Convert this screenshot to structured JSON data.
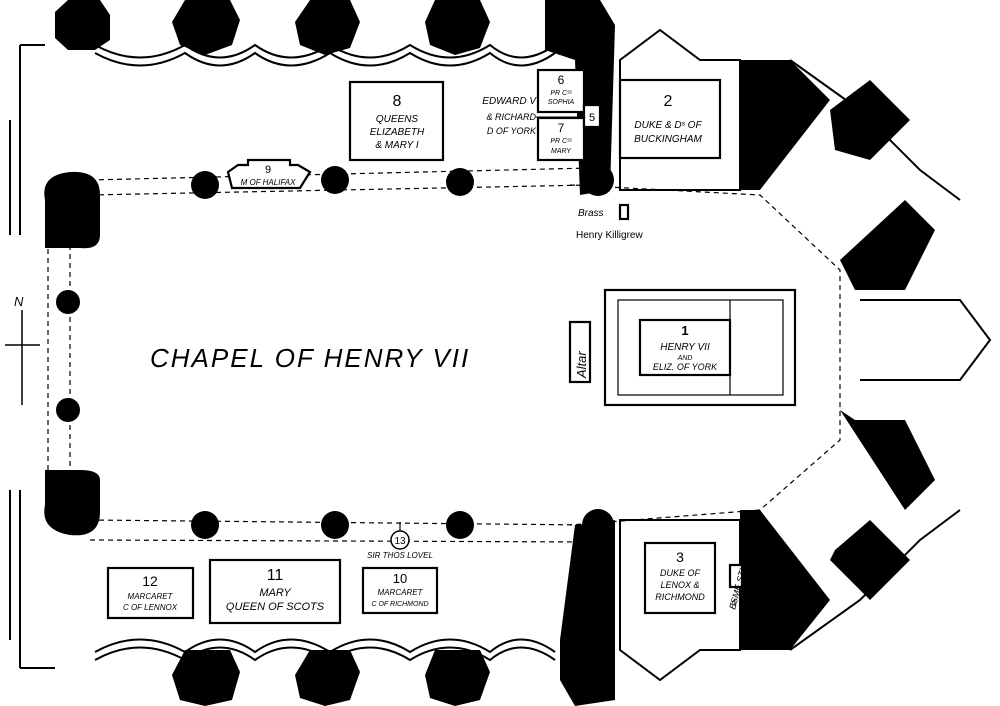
{
  "title": "CHAPEL OF HENRY VII",
  "altar": "Altar",
  "compass": "N",
  "tombs": [
    {
      "number": "1",
      "lines": [
        "HENRY VII",
        "AND",
        "ELIZ. OF YORK"
      ]
    },
    {
      "number": "2",
      "lines": [
        "DUKE & Dˢ OF",
        "BUCKINGHAM"
      ]
    },
    {
      "number": "3",
      "lines": [
        "DUKE OF",
        "LENOX &",
        "RICHMOND"
      ]
    },
    {
      "number": "5",
      "lines": []
    },
    {
      "number": "6",
      "lines": [
        "PR Cˢˢ",
        "SOPHIA"
      ]
    },
    {
      "number": "7",
      "lines": [
        "PR Cˢˢ",
        "MARY"
      ]
    },
    {
      "number": "8",
      "lines": [
        "QUEENS",
        "ELIZABETH",
        "& MARY I"
      ]
    },
    {
      "number": "9",
      "lines": [
        "M OF HALIFAX"
      ]
    },
    {
      "number": "10",
      "lines": [
        "MARCARET",
        "C OF RICHMOND"
      ]
    },
    {
      "number": "11",
      "lines": [
        "MARY",
        "QUEEN OF SCOTS"
      ]
    },
    {
      "number": "12",
      "lines": [
        "MARCARET",
        "C OF LENNOX"
      ]
    },
    {
      "number": "13",
      "lines": [
        "SIR THOS LOVEL"
      ]
    }
  ],
  "labels": {
    "edward": [
      "EDWARD V",
      "& RICHARD",
      "D OF YORK"
    ],
    "brass": "Brass",
    "killigrew": "Henry Killigrew",
    "esme": "ESME STUART",
    "esme_number": "4"
  }
}
